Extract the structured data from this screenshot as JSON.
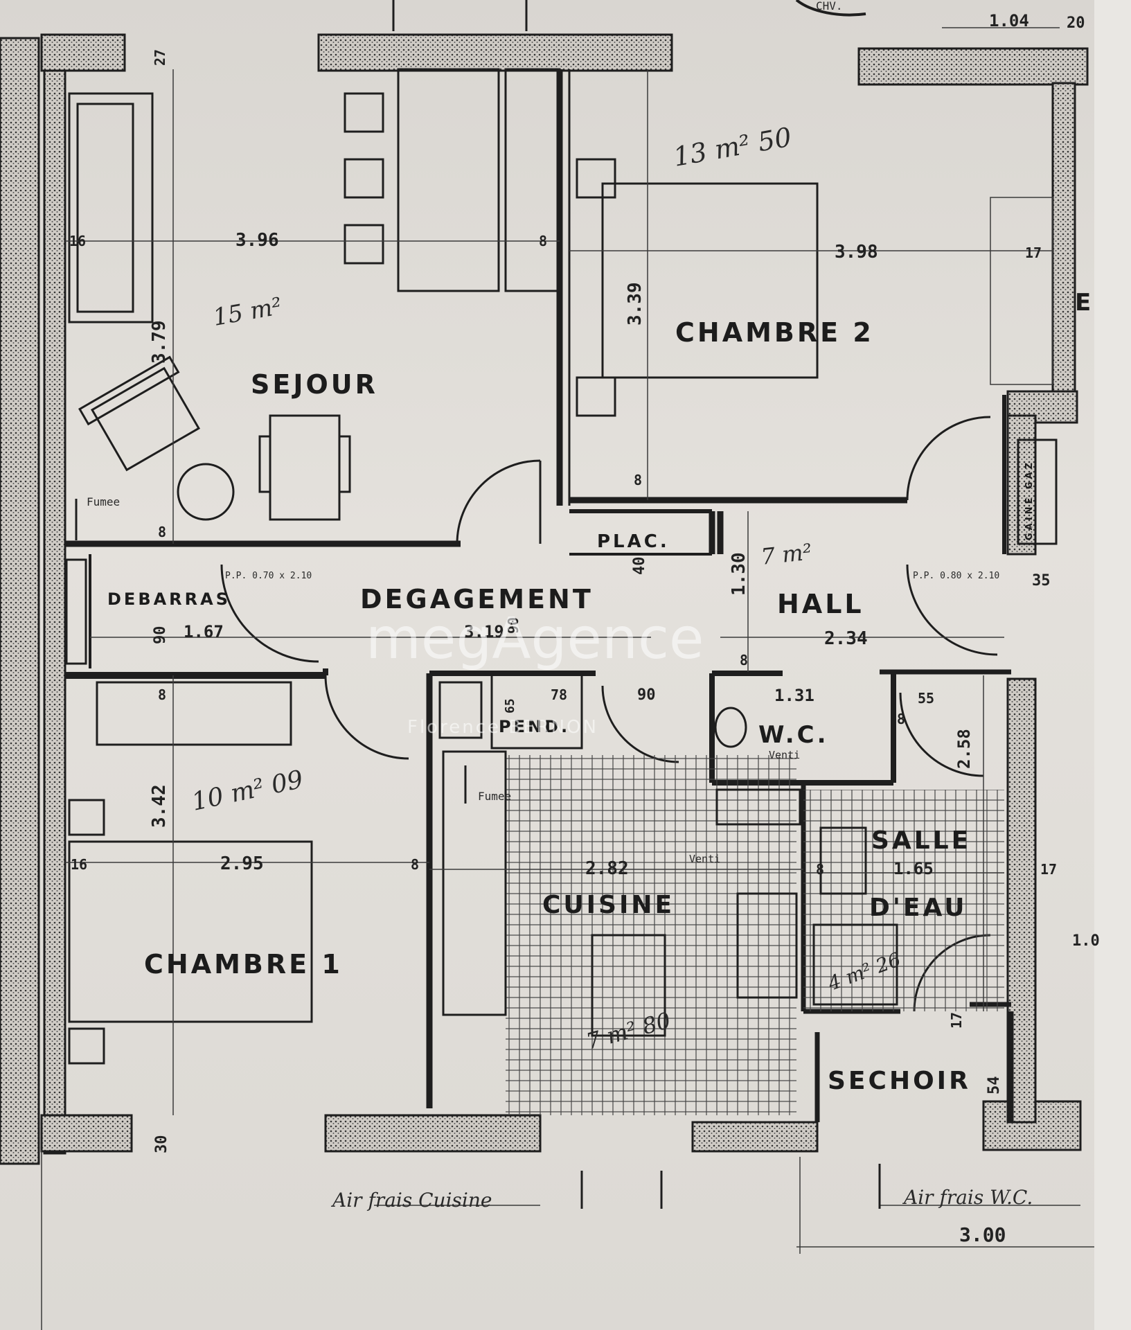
{
  "rooms": {
    "sejour": "SEJOUR",
    "chambre2": "CHAMBRE 2",
    "chambre1": "CHAMBRE 1",
    "degagement": "DEGAGEMENT",
    "hall": "HALL",
    "debarras": "DEBARRAS",
    "plac": "PLAC.",
    "pend": "PEND.",
    "wc": "W.C.",
    "cuisine": "CUISINE",
    "salle": "SALLE",
    "deau": "D'EAU",
    "sechoir": "SECHOIR",
    "gaine_gaz": "GAINE GAZ",
    "e_label": "E"
  },
  "areas": {
    "sejour": "15 m²",
    "chambre2": "13 m² 50",
    "chambre1": "10 m² 09",
    "hall": "7 m²",
    "cuisine": "7 m² 80",
    "salle_eau": "4 m² 26"
  },
  "dimensions": {
    "sejour_w": "3.96",
    "sejour_h": "3.79",
    "chambre2_w": "3.98",
    "chambre2_h": "3.39",
    "chambre1_w": "2.95",
    "chambre1_h": "3.42",
    "deg_len": "3.19",
    "debarras_w": "1.67",
    "debarras_h": "90",
    "hall_w": "2.34",
    "hall_h": "1.30",
    "cuisine_w": "2.82",
    "salle_w": "1.65",
    "salle_h": "2.58",
    "wc_w": "1.31",
    "top_104": "1.04",
    "top_20": "20",
    "bottom_300": "3.00",
    "d_16a": "16",
    "d_16b": "16",
    "d_8a": "8",
    "d_8b": "8",
    "d_8c": "8",
    "d_8d": "8",
    "d_8e": "8",
    "d_8f": "8",
    "d_8g": "8",
    "d_8h": "8",
    "d_17a": "17",
    "d_17b": "17",
    "d_17c": "17",
    "d_27": "27",
    "d_30": "30",
    "d_40": "40",
    "d_90a": "90",
    "d_90b": "90",
    "d_78": "78",
    "d_65": "65",
    "d_55": "55",
    "d_35": "35",
    "d_54": "54",
    "d_10": "1.0"
  },
  "notes": {
    "fumee1": "Fumee",
    "fumee2": "Fumee",
    "venti1": "Venti",
    "venti2": "Venti",
    "pp_070": "P.P. 0.70 x 2.10",
    "pp_080": "P.P. 0.80 x 2.10",
    "air_cuisine": "Air frais Cuisine",
    "air_wc": "Air frais W.C.",
    "chv": "CHV."
  },
  "watermark": {
    "brand": "megAgence",
    "agent": "Florence BERNON"
  },
  "colors": {
    "paper": "#dcd9d4",
    "ink": "#1e1e1e",
    "watermark": "#ffffff"
  }
}
